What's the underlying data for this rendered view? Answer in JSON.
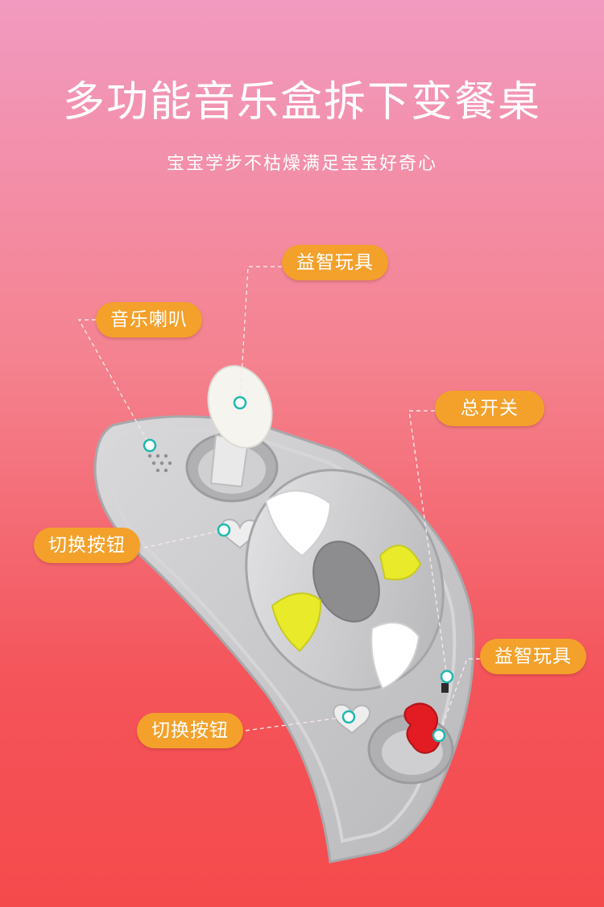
{
  "header": {
    "title": "多功能音乐盒拆下变餐桌",
    "subtitle": "宝宝学步不枯燥满足宝宝好奇心"
  },
  "labels": {
    "puzzle_toy_top": "益智玩具",
    "music_speaker": "音乐喇叭",
    "main_switch": "总开关",
    "switch_button_upper": "切换按钮",
    "puzzle_toy_bottom": "益智玩具",
    "switch_button_lower": "切换按钮"
  },
  "colors": {
    "label_bg": "#f3a12b",
    "dot_accent": "#1eb8b0",
    "toy_body": "#c9c9cb",
    "yellow_accent": "#e8ea2a",
    "red_knob": "#e31b23"
  }
}
